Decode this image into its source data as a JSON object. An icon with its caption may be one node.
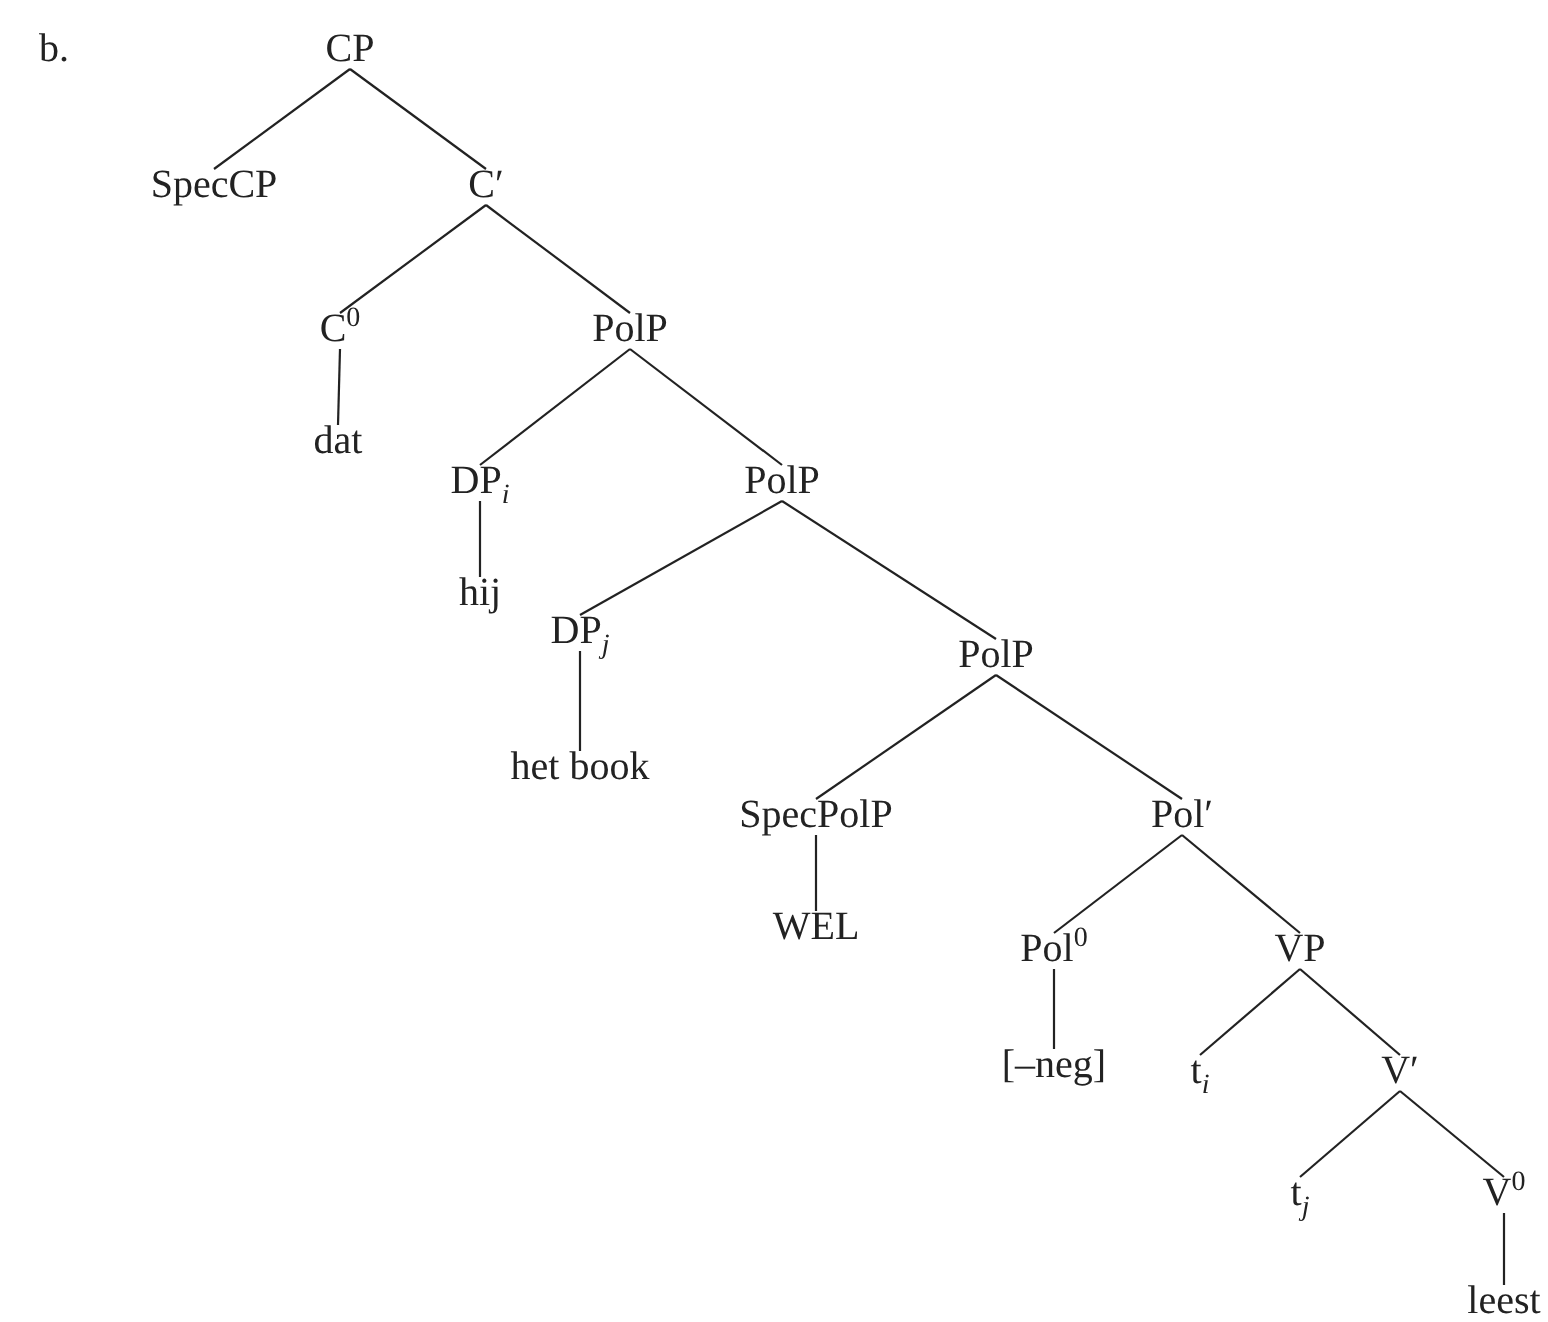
{
  "diagram": {
    "nodes": [
      {
        "text": [
          "CP"
        ]
      },
      {
        "text": [
          "SpecCP"
        ]
      },
      {
        "text": [
          "C′"
        ]
      },
      {
        "text": [
          "C$^{0}$"
        ]
      },
      {
        "text": [
          "PolP"
        ]
      },
      {
        "text": [
          "dat"
        ]
      },
      {
        "text": [
          "DP$_{i}$"
        ]
      },
      {
        "text": [
          "PolP"
        ]
      },
      {
        "text": [
          "hij"
        ]
      },
      {
        "text": [
          "DP$_{j}$"
        ]
      },
      {
        "text": [
          "PolP"
        ]
      },
      {
        "text": [
          "het book"
        ]
      },
      {
        "text": [
          "SpecPolP"
        ]
      },
      {
        "text": [
          "Pol′"
        ]
      },
      {
        "text": [
          "WEL"
        ]
      },
      {
        "text": [
          "Pol$^{0}$"
        ]
      },
      {
        "text": [
          "VP"
        ]
      },
      {
        "text": [
          "[–neg]"
        ]
      },
      {
        "text": [
          "t$_{i}$"
        ]
      },
      {
        "text": [
          "V′"
        ]
      },
      {
        "text": [
          "t$_{j}$"
        ]
      },
      {
        "text": [
          "V$^{0}$"
        ]
      },
      {
        "text": [
          "leest"
        ]
      }
    ],
    "edges": [
      {
        "from": 0,
        "to": 1,
        "arrow": "none"
      },
      {
        "from": 0,
        "to": 2,
        "arrow": "none"
      },
      {
        "from": 2,
        "to": 3,
        "arrow": "none"
      },
      {
        "from": 2,
        "to": 4,
        "arrow": "none"
      },
      {
        "from": 3,
        "to": 5,
        "arrow": "none"
      },
      {
        "from": 4,
        "to": 6,
        "arrow": "none"
      },
      {
        "from": 4,
        "to": 7,
        "arrow": "none"
      },
      {
        "from": 6,
        "to": 8,
        "arrow": "none"
      },
      {
        "from": 7,
        "to": 9,
        "arrow": "none"
      },
      {
        "from": 7,
        "to": 10,
        "arrow": "none"
      },
      {
        "from": 9,
        "to": 11,
        "arrow": "none"
      },
      {
        "from": 10,
        "to": 12,
        "arrow": "none"
      },
      {
        "from": 10,
        "to": 13,
        "arrow": "none"
      },
      {
        "from": 12,
        "to": 14,
        "arrow": "none"
      },
      {
        "from": 13,
        "to": 15,
        "arrow": "none"
      },
      {
        "from": 13,
        "to": 16,
        "arrow": "none"
      },
      {
        "from": 15,
        "to": 17,
        "arrow": "none"
      },
      {
        "from": 16,
        "to": 18,
        "arrow": "none"
      },
      {
        "from": 16,
        "to": 19,
        "arrow": "none"
      },
      {
        "from": 19,
        "to": 20,
        "arrow": "none"
      },
      {
        "from": 19,
        "to": 21,
        "arrow": "none"
      },
      {
        "from": 21,
        "to": 22,
        "arrow": "none"
      }
    ],
    "labels": [
      "b."
    ]
  }
}
